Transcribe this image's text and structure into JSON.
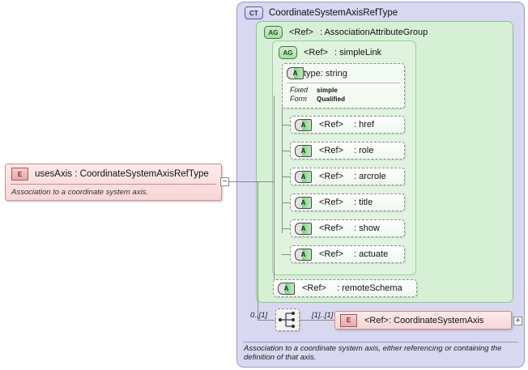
{
  "diagram": {
    "kind": "xsd-schema-diagram",
    "colors": {
      "complex_type_panel": "#d8d8f0",
      "attribute_group": "#d6f0d6",
      "element_box": "#f7d6d6",
      "connector": "#8a8a8a",
      "background": "#ffffff"
    }
  },
  "element": {
    "badge": "E",
    "name": "usesAxis",
    "type_separator": ":",
    "type": "CoordinateSystemAxisRefType",
    "documentation": "Association to a coordinate system axis.",
    "collapse_toggle": "−"
  },
  "complex_type": {
    "badge": "CT",
    "title": "CoordinateSystemAxisRefType",
    "documentation": "Association to a coordinate system axis, either referencing or containing the definition of that axis."
  },
  "attribute_groups": [
    {
      "badge": "AG",
      "ref": "<Ref>",
      "separator": ":",
      "name": "AssociationAttributeGroup"
    },
    {
      "badge": "AG",
      "ref": "<Ref>",
      "separator": ":",
      "name": "simpleLink"
    }
  ],
  "attributes": [
    {
      "badge": "A",
      "name": "type",
      "separator": ": string",
      "facets": [
        {
          "key": "Fixed",
          "value": "simple"
        },
        {
          "key": "Form",
          "value": "Qualified"
        }
      ]
    },
    {
      "badge": "A",
      "name": "<Ref>",
      "separator": ": href"
    },
    {
      "badge": "A",
      "name": "<Ref>",
      "separator": ": role"
    },
    {
      "badge": "A",
      "name": "<Ref>",
      "separator": ": arcrole"
    },
    {
      "badge": "A",
      "name": "<Ref>",
      "separator": ": title"
    },
    {
      "badge": "A",
      "name": "<Ref>",
      "separator": ": show"
    },
    {
      "badge": "A",
      "name": "<Ref>",
      "separator": ": actuate"
    }
  ],
  "remote_schema": {
    "badge": "A",
    "name": "<Ref>",
    "separator": ": remoteSchema"
  },
  "content_model": {
    "compositor": "choice",
    "cardinality_left": "0..[1]",
    "cardinality_right": "[1]..[1]",
    "ref_element": {
      "badge": "E",
      "ref": "<Ref>",
      "separator": ":",
      "name": "CoordinateSystemAxis"
    },
    "expand_toggle": "+"
  }
}
